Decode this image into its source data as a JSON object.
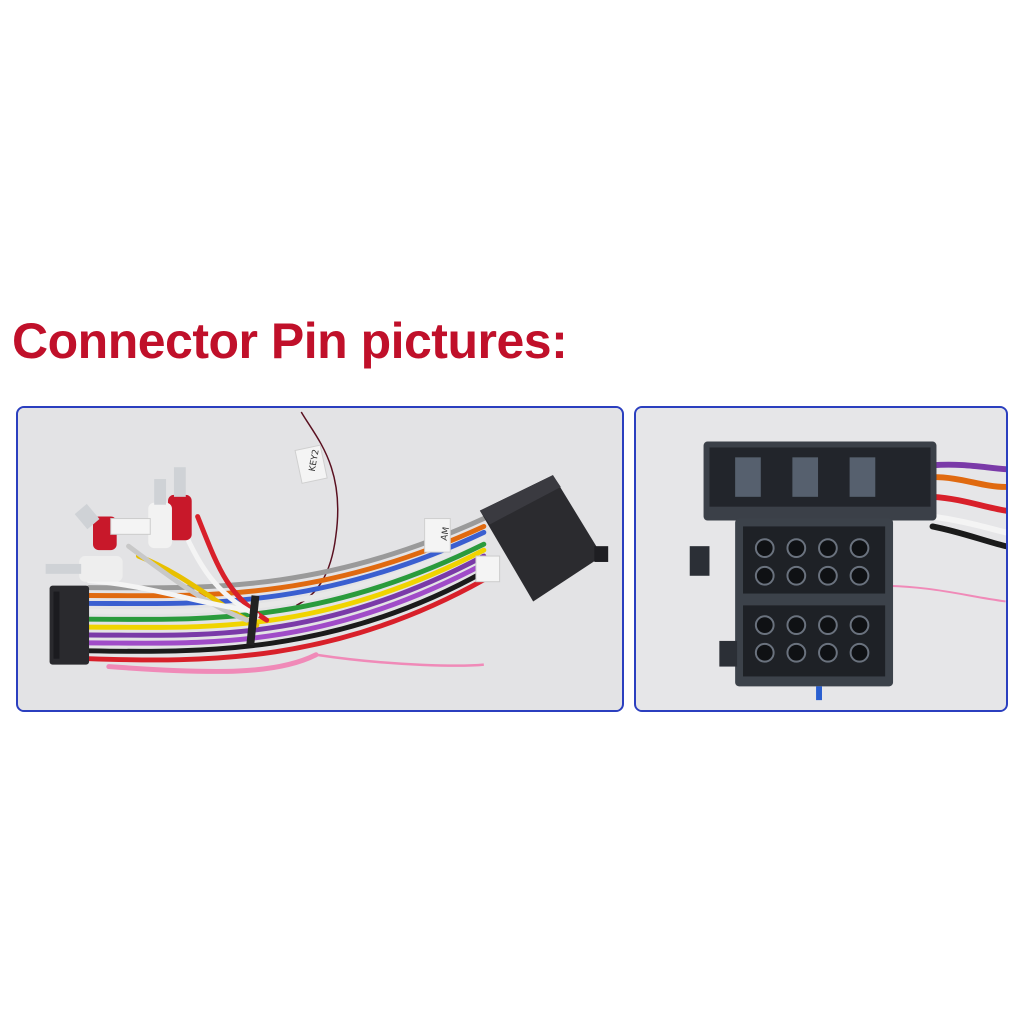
{
  "page": {
    "title": "Connector Pin pictures:",
    "accent_color": "#c0102a",
    "border_color": "#2b3fbf"
  },
  "photos": [
    {
      "name": "wiring-harness-photo",
      "tag_label": "KEY2",
      "tag_label_2": "AM"
    },
    {
      "name": "iso-connector-closeup-photo"
    }
  ]
}
